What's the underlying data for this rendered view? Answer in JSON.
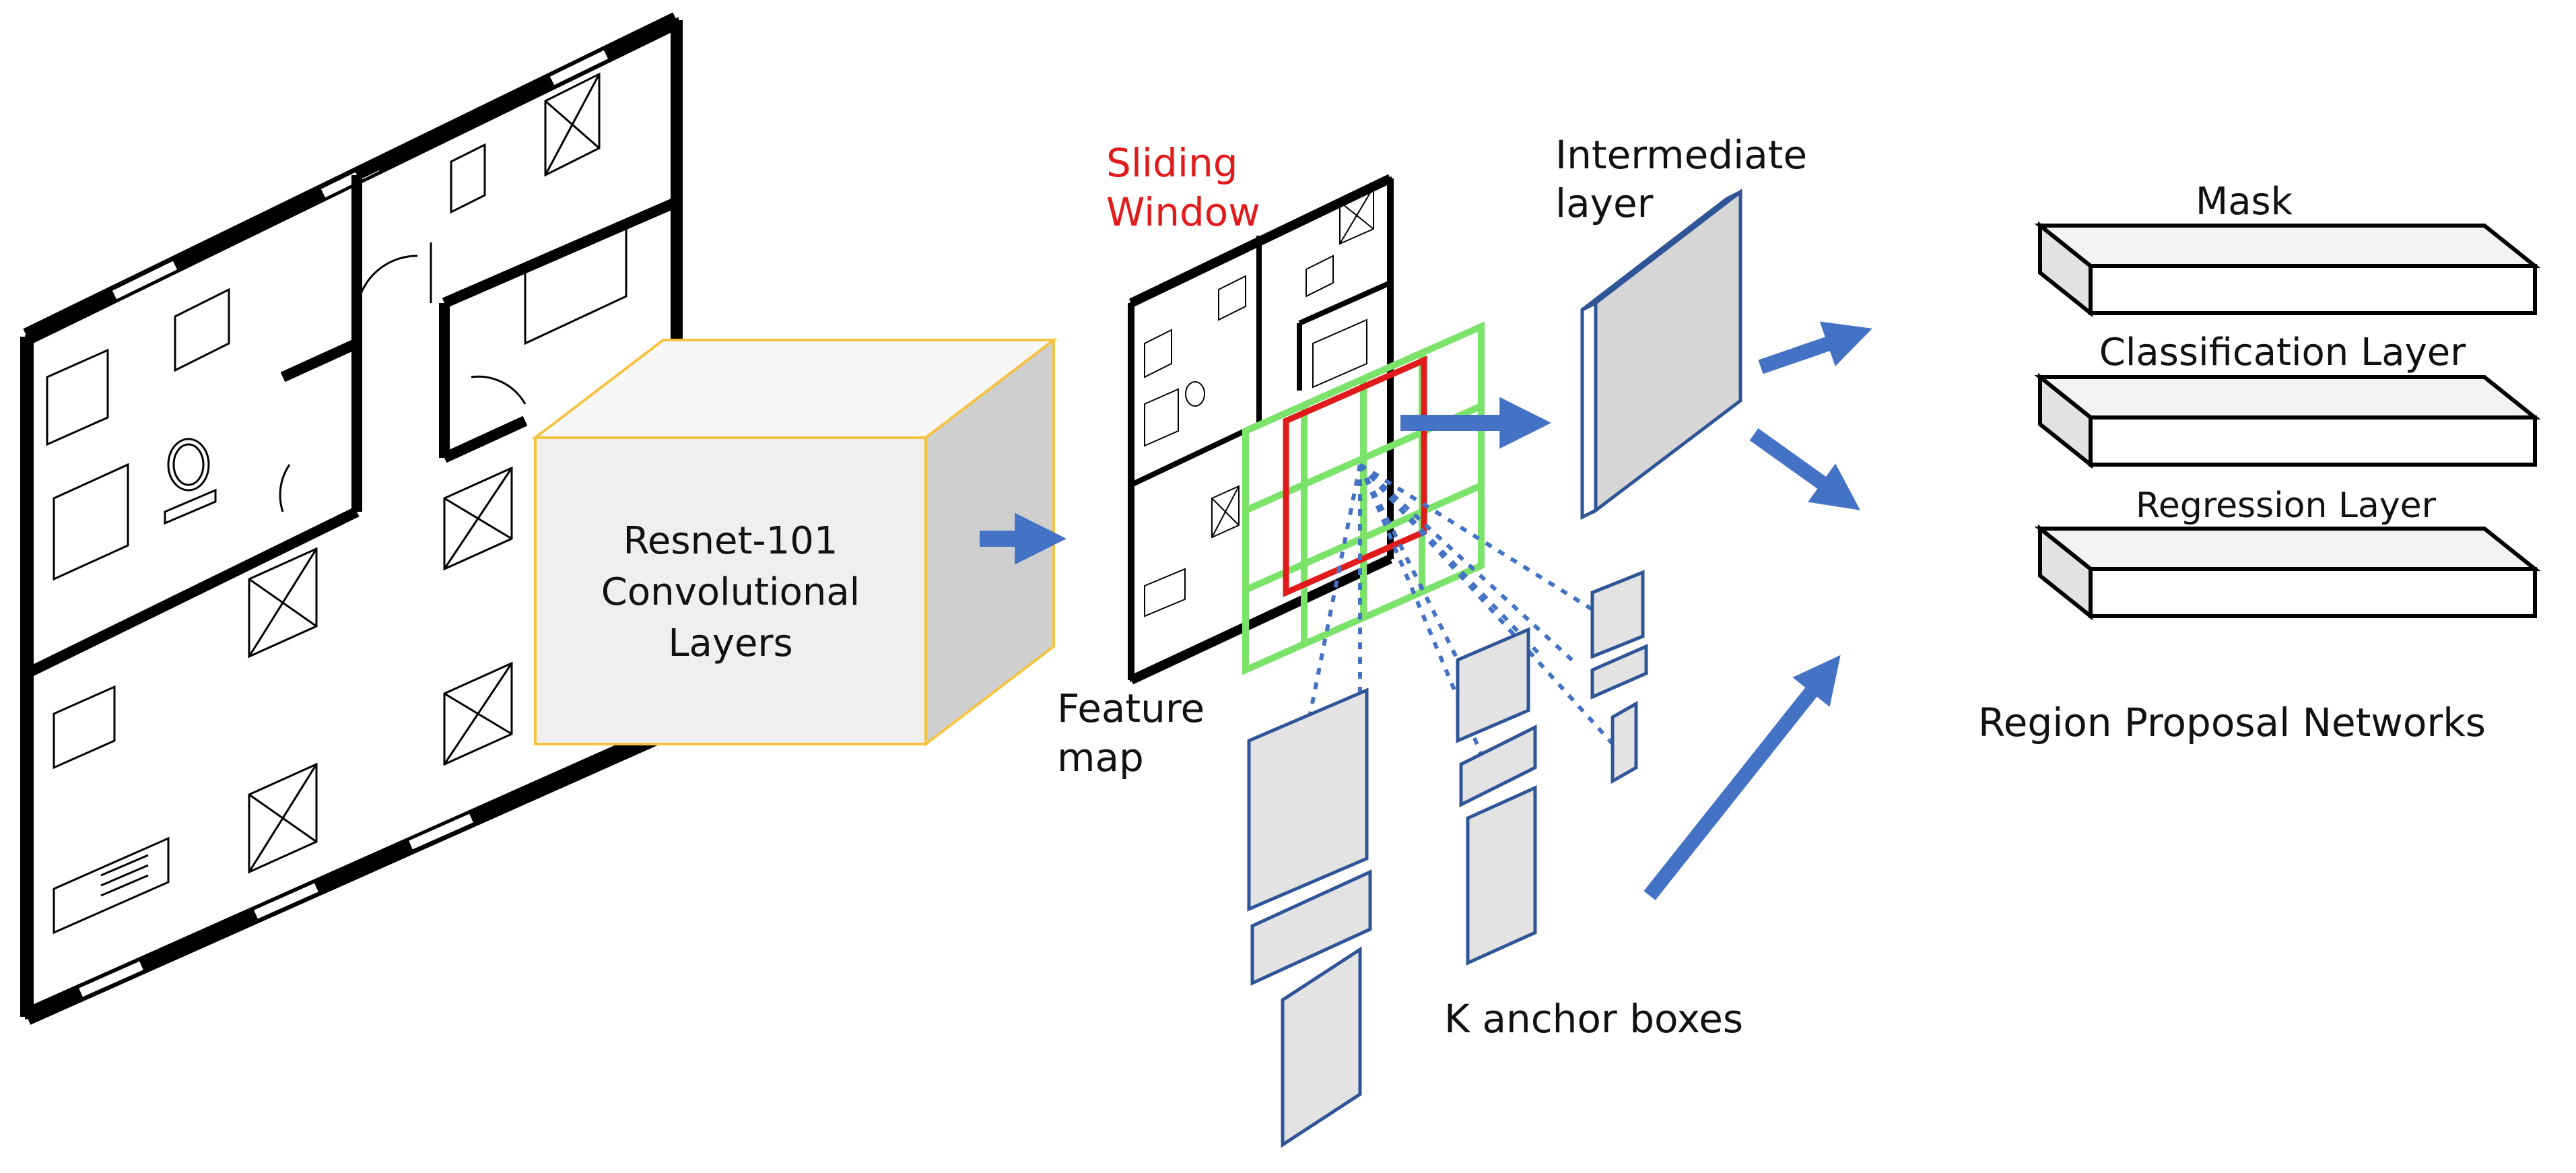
{
  "labels": {
    "backbone": [
      "Resnet-101",
      "Convolutional",
      "Layers"
    ],
    "sliding_window": [
      "Sliding",
      "Window"
    ],
    "feature_map": [
      "Feature",
      "map"
    ],
    "intermediate_layer": [
      "Intermediate",
      "layer"
    ],
    "k_anchor_boxes": "K anchor boxes",
    "mask": "Mask",
    "classification_layer": "Classification Layer",
    "regression_layer": "Regression Layer",
    "region_proposal_networks": "Region Proposal Networks"
  },
  "colors": {
    "arrow_blue": "#4472c4",
    "box_outline_blue": "#2f5597",
    "anchor_fill": "#e3e3e3",
    "sliding_window_red": "#e11b1b",
    "grid_green": "#7be36a",
    "cube_edge_gold": "#f5c342",
    "cube_face": "#efefef",
    "head_fill": "#f0f0f0"
  }
}
